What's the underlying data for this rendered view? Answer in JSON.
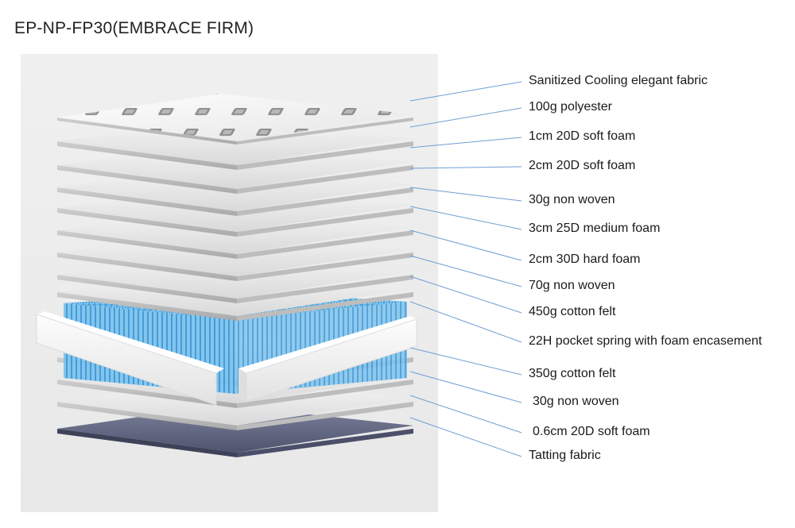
{
  "title": "EP-NP-FP30(EMBRACE FIRM)",
  "colors": {
    "leader": "#6f9fd4",
    "spring": "#5fb1e6",
    "bottom_fabric": "#6a6f8c"
  },
  "layers": [
    "Sanitized Cooling elegant fabric",
    "100g polyester",
    "1cm 20D soft foam",
    "2cm 20D soft foam",
    "30g non woven",
    "3cm 25D medium foam",
    "2cm 30D hard foam",
    "70g non woven",
    "450g cotton felt",
    "22H pocket spring with foam encasement",
    "350g cotton felt",
    "30g non woven",
    "0.6cm 20D soft foam",
    "Tatting fabric"
  ]
}
